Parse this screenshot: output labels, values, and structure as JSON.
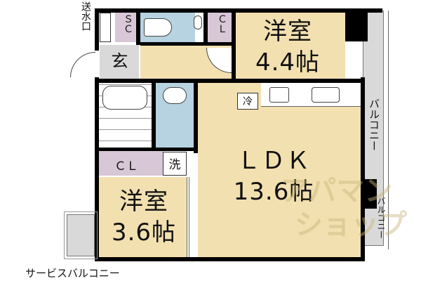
{
  "floorplan": {
    "rooms": {
      "western_room_1": {
        "type": "洋室",
        "size": "4.4帖"
      },
      "western_room_2": {
        "type": "洋室",
        "size": "3.6帖"
      },
      "ldk": {
        "type": "ＬＤＫ",
        "size": "13.6帖"
      },
      "entrance": {
        "label": "玄"
      },
      "shoe_closet": {
        "label": "ＳＣ"
      },
      "closet_top": {
        "label": "ＣＬ"
      },
      "closet_bottom": {
        "label": "ＣＬ"
      },
      "washer": {
        "label": "洗"
      },
      "fridge": {
        "label": "冷"
      }
    },
    "annotations": {
      "water_inlet": "送水口",
      "balcony_1": "バルコニー",
      "balcony_2": "バルコニー",
      "service_balcony": "サービスバルコニー"
    },
    "watermark": {
      "line1": "アパマン",
      "line2": "ショップ"
    },
    "colors": {
      "room_beige": "#f2e0b0",
      "wet_blue": "#b7d2e0",
      "closet_purple": "#d8c7d6",
      "entrance_gray": "#d9d9d9",
      "wall": "#000000"
    }
  }
}
